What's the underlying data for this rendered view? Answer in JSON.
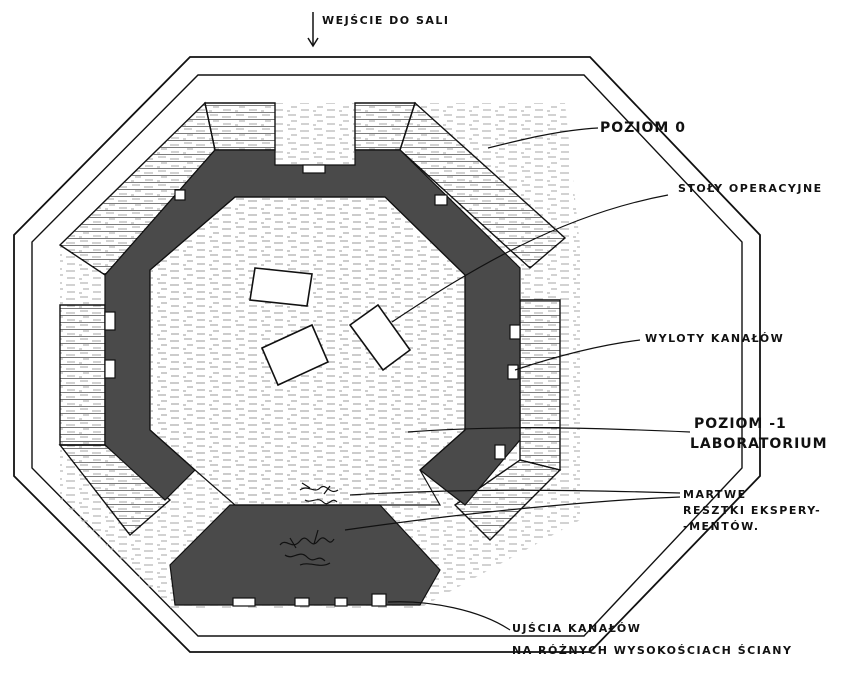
{
  "labels": {
    "entrance": "WEJŚCIE DO SALI",
    "level0": "POZIOM 0",
    "operating_tables": "STOŁY OPERACYJNE",
    "channel_outlets": "WYLOTY KANAŁÓW",
    "level_minus1_line1": "POZIOM -1",
    "level_minus1_line2": "LABORATORIUM",
    "remains_line1": "MARTWE",
    "remains_line2": "RESZTKI EKSPERY-",
    "remains_line3": "-MENTÓW.",
    "exits_line1": "UJŚCIA KANAŁÓW",
    "exits_line2": "NA RÓŻNYCH WYSOKOŚCIACH ŚCIANY"
  },
  "colors": {
    "ink": "#111111",
    "ramp": "#4a4a4a",
    "paper": "#ffffff",
    "stone": "#bdbdbd"
  }
}
